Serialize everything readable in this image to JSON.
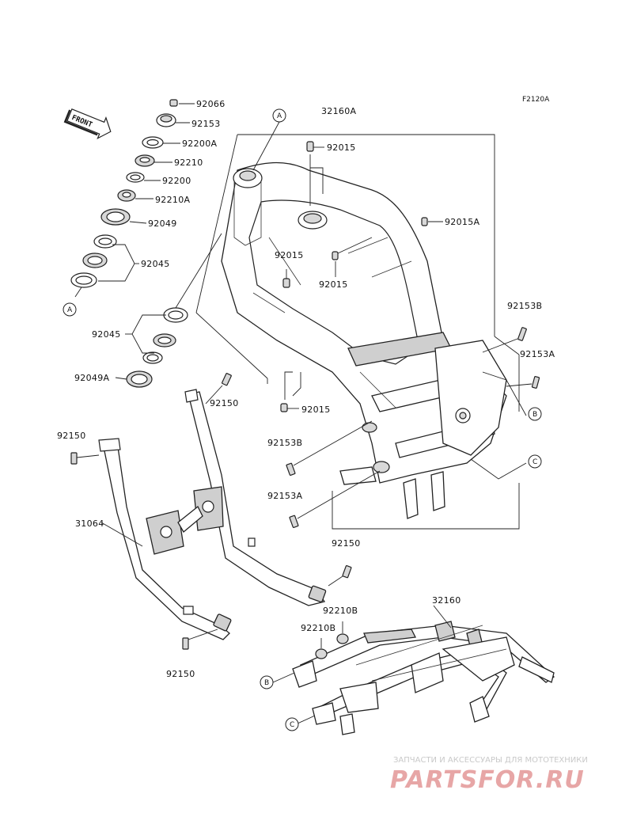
{
  "diagram_code": "F2120A",
  "front_label": "FRONT",
  "callouts": {
    "A": "A",
    "B": "B",
    "C": "C"
  },
  "parts": {
    "p92066": "92066",
    "p92153": "92153",
    "p92200A": "92200A",
    "p92210": "92210",
    "p92200": "92200",
    "p92210A": "92210A",
    "p92049": "92049",
    "p92045_top": "92045",
    "p92045_mid": "92045",
    "p92049A": "92049A",
    "p32160A": "32160A",
    "p92015_a": "92015",
    "p92015A": "92015A",
    "p92015_b": "92015",
    "p92015_c": "92015",
    "p92015_d": "92015",
    "p92153B_a": "92153B",
    "p92153A_a": "92153A",
    "p92153B_b": "92153B",
    "p92153A_b": "92153A",
    "p92150_a": "92150",
    "p92150_b": "92150",
    "p31064": "31064",
    "p92150_c": "92150",
    "p92150_d": "92150",
    "p92210B_a": "92210B",
    "p92210B_b": "92210B",
    "p32160": "32160"
  },
  "watermark": {
    "subtitle": "ЗАПЧАСТИ И АКСЕССУАРЫ ДЛЯ МОТОТЕХНИКИ",
    "brand": "PARTSFOR.RU"
  }
}
